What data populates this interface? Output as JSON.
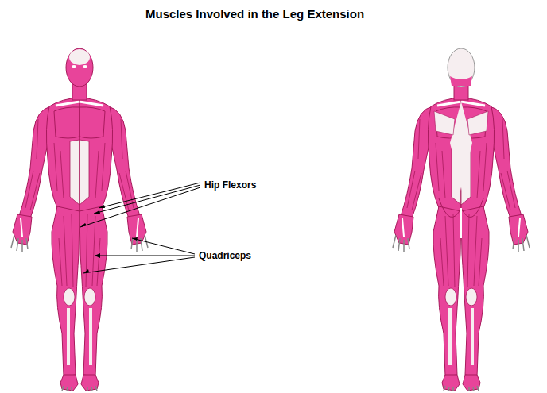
{
  "diagram": {
    "title": "Muscles Involved in the Leg Extension",
    "labels": [
      "Hip Flexors",
      "Quadriceps"
    ]
  }
}
